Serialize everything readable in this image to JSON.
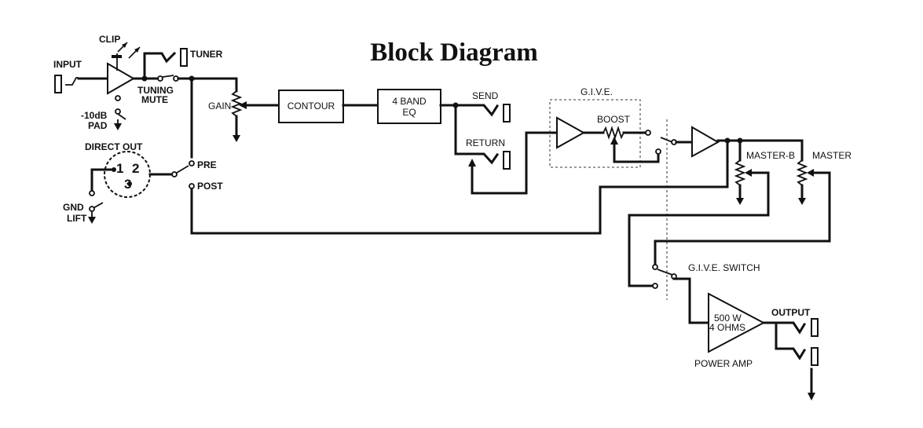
{
  "title": "Block Diagram",
  "labels": {
    "input": "INPUT",
    "clip": "CLIP",
    "tuner": "TUNER",
    "tuning": "TUNING",
    "mute": "MUTE",
    "pad_db": "-10dB",
    "pad": "PAD",
    "gain": "GAIN",
    "direct_out": "DIRECT OUT",
    "pin1": "1",
    "pin2": "2",
    "pin3": "3",
    "gnd": "GND",
    "lift": "LIFT",
    "pre": "PRE",
    "post": "POST",
    "contour": "CONTOUR",
    "eq_line1": "4 BAND",
    "eq_line2": "EQ",
    "send": "SEND",
    "return": "RETURN",
    "give": "G.I.V.E.",
    "boost": "BOOST",
    "master_b": "MASTER-B",
    "master": "MASTER",
    "give_switch": "G.I.V.E. SWITCH",
    "amp_power": "500 W",
    "amp_ohms": "4 OHMS",
    "output": "OUTPUT",
    "power_amp": "POWER AMP"
  }
}
